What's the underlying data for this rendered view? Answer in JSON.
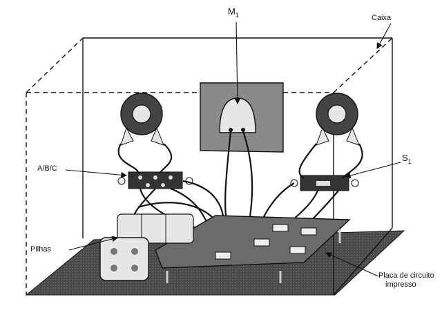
{
  "labels": {
    "motor": {
      "main": "M",
      "sub": "1"
    },
    "switch": {
      "main": "S",
      "sub": "1"
    },
    "box": "Caixa",
    "selector": "A/B/C",
    "batteries": "Pilhas",
    "pcb_line1": "Placa de circuito",
    "pcb_line2": "impresso"
  },
  "colors": {
    "ink": "#111111",
    "base": "#555555",
    "panel": "#8a8a8a",
    "board": "#6b6b6b",
    "light": "#e6e6e6"
  }
}
